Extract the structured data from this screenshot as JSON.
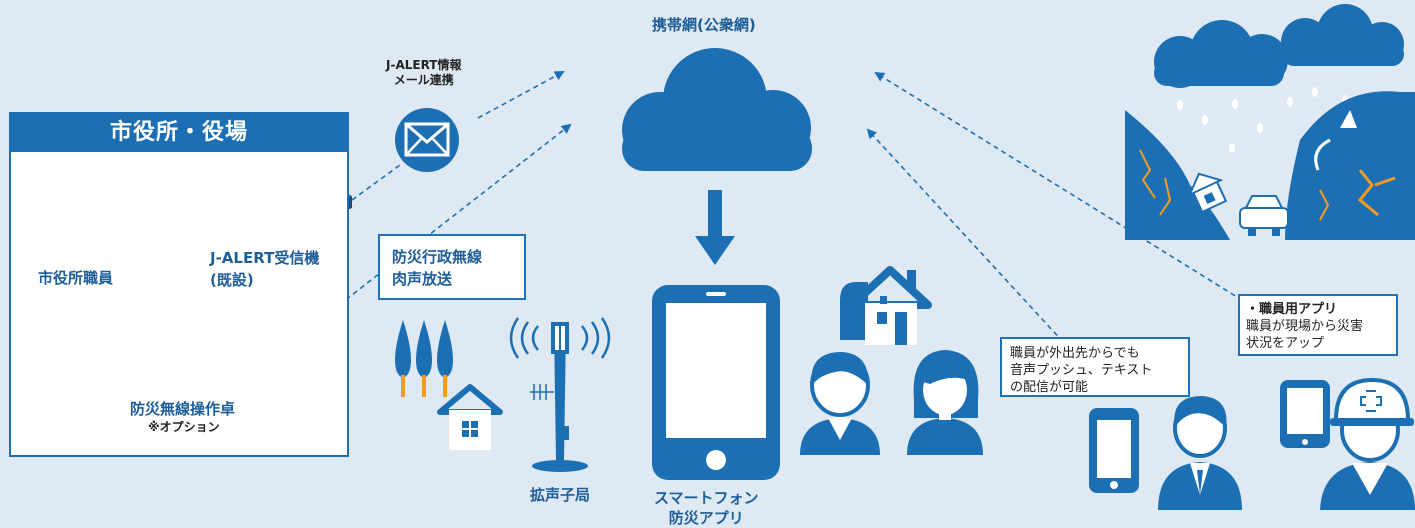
{
  "network": {
    "title": "携帯網(公衆網)"
  },
  "mail": {
    "line1": "J-ALERT情報",
    "line2": "メール連携"
  },
  "office": {
    "title": "市役所・役場",
    "staff_label": "市役所職員",
    "receiver_line1": "J-ALERT受信機",
    "receiver_line2": "(既設)",
    "console_label": "防災無線操作卓",
    "console_note": "※オプション"
  },
  "broadcast": {
    "line1": "防災行政無線",
    "line2": "肉声放送"
  },
  "loudspeaker": {
    "label": "拡声子局"
  },
  "smartphone": {
    "line1": "スマートフォン",
    "line2": "防災アプリ"
  },
  "staff_callout": {
    "line1": "職員が外出先からでも",
    "line2": "音声プッシュ、テキスト",
    "line3": "の配信が可能"
  },
  "staff_app": {
    "title": "・職員用アプリ",
    "line1": "職員が現場から災害",
    "line2": "状況をアップ"
  },
  "colors": {
    "primary": "#1d6fb4",
    "orange": "#f39c1f",
    "background": "#dfe9f3"
  }
}
